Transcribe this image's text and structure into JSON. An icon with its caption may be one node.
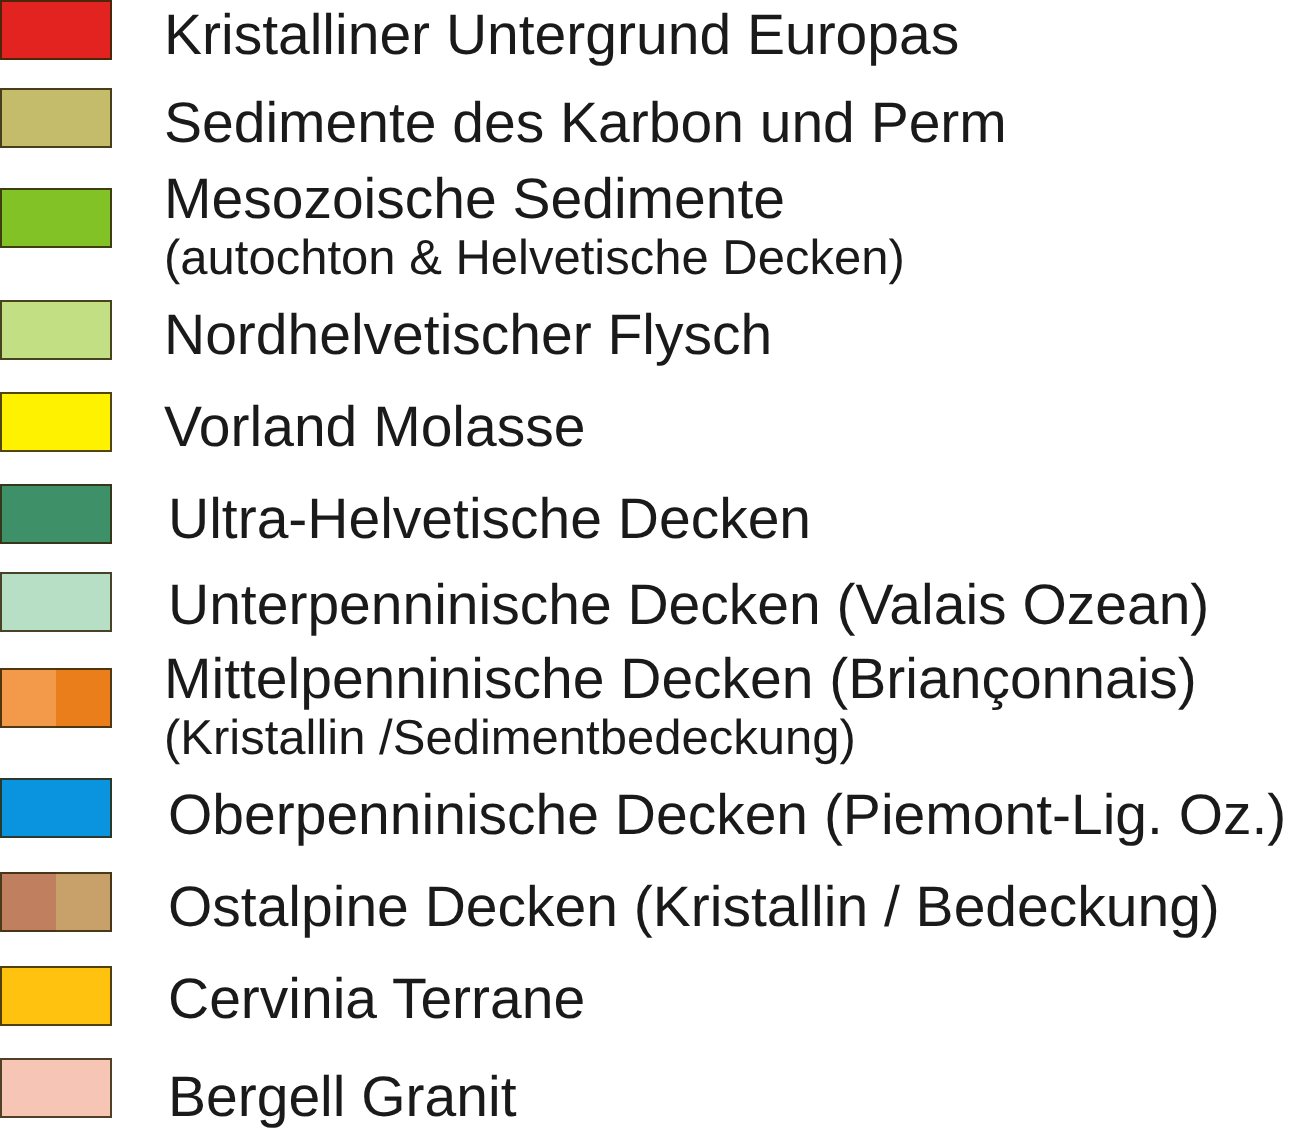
{
  "diagram": {
    "legend": [
      {
        "text": "Kristalliner Untergrund Europas",
        "color": "#e2231f"
      },
      {
        "text": "Sedimente des Karbon und Perm",
        "color": "#c4bc6a"
      },
      {
        "text": "Mesozoische Sedimente (autochton & Helvetische Decken)",
        "color": "#82c226"
      },
      {
        "text": "Nordhelvetischer Flysch",
        "color": "#c2df84"
      },
      {
        "text": "Vorland Molasse",
        "color": "#fff200"
      },
      {
        "text": "Ultra-Helvetische Decken",
        "color": "#3e9068"
      },
      {
        "text": "Unterpenninische Decken (Valais Ozean)",
        "color": "#b7dfc6"
      },
      {
        "text": "Mittelpenninische Decken (Briançonnais) (Kristallin /Sedimentbedeckung)",
        "color": "#f29a4a"
      },
      {
        "text": "Oberpenninische Decken (Piemont-Lig. Oz.)",
        "color": "#0a94df"
      },
      {
        "text": "Ostalpine Decken (Kristallin / Bedeckung)",
        "color": "#c08060"
      },
      {
        "text": "Cervinia Terrane",
        "color": "#ffc20e"
      },
      {
        "text": "Bergell Granit",
        "color": "#f7c5b6"
      }
    ]
  }
}
